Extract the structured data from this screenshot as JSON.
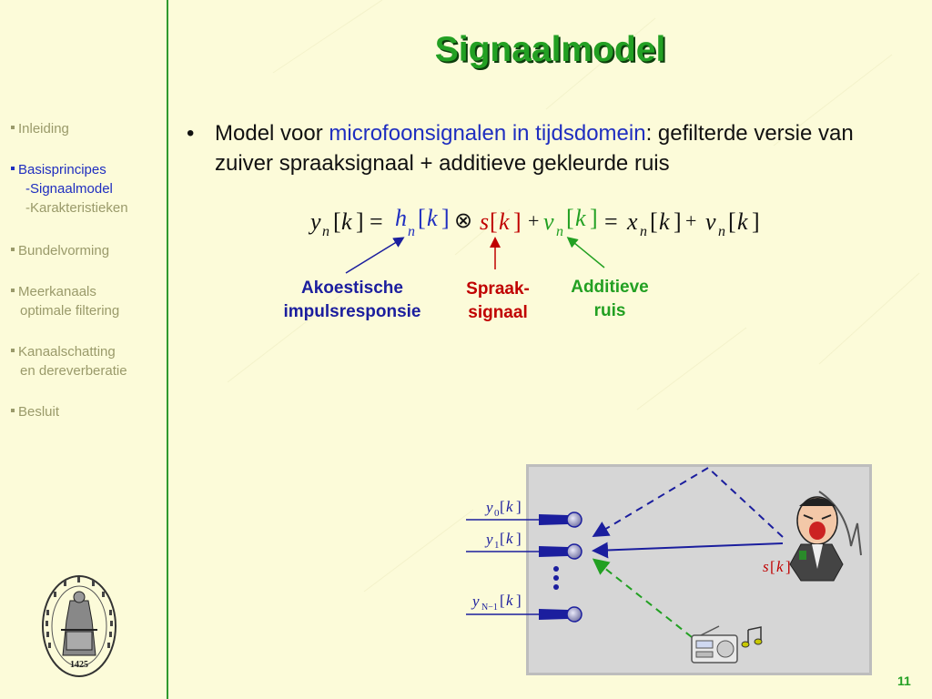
{
  "title": "Signaalmodel",
  "sidebar": {
    "items": [
      {
        "label": "Inleiding"
      },
      {
        "label": "Basisprincipes",
        "subs": [
          "-Signaalmodel",
          "-Karakteristieken"
        ]
      },
      {
        "label": "Bundelvorming"
      },
      {
        "label": "Meerkanaals",
        "cont": "optimale filtering"
      },
      {
        "label": "Kanaalschatting",
        "cont": "en dereverberatie"
      },
      {
        "label": "Besluit"
      }
    ],
    "seal_year": "1425"
  },
  "bullet": {
    "marker": "•",
    "prefix": "Model voor ",
    "highlight": "microfoonsignalen in tijdsdomein",
    "suffix": ": gefilterde versie van zuiver spraaksignaal + additieve gekleurde ruis"
  },
  "equation": {
    "y": "y",
    "n": "n",
    "k": "k",
    "h": "h",
    "s": "s",
    "v": "v",
    "x": "x",
    "lb": "[",
    "rb": "]",
    "eq": "=",
    "conv": "⊗",
    "plus": "+"
  },
  "labels": {
    "impulse": [
      "Akoestische",
      "impulsresponsie"
    ],
    "speech": [
      "Spraak-",
      "signaal"
    ],
    "noise": [
      "Additieve",
      "ruis"
    ]
  },
  "diagram": {
    "mic_labels": [
      {
        "sym": "y",
        "sub": "0",
        "arg": "k"
      },
      {
        "sym": "y",
        "sub": "1",
        "arg": "k"
      },
      {
        "sym": "y",
        "sub": "N−1",
        "arg": "k"
      }
    ],
    "source_label": {
      "sym": "s",
      "arg": "k"
    }
  },
  "colors": {
    "green_title": "#23a023",
    "blue": "#1f2ec0",
    "red": "#c00000",
    "green_noise": "#22a022"
  },
  "page_number": "11"
}
